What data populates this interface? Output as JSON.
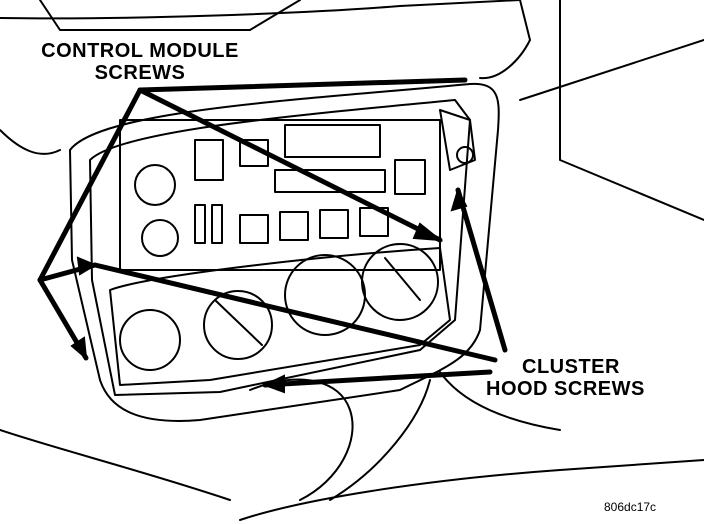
{
  "labels": {
    "control_module": [
      "CONTROL MODULE",
      "SCREWS"
    ],
    "cluster_hood": [
      "CLUSTER",
      "HOOD SCREWS"
    ],
    "figure_code": "806dc17c"
  },
  "colors": {
    "ink": "#000000",
    "paper": "#ffffff"
  }
}
